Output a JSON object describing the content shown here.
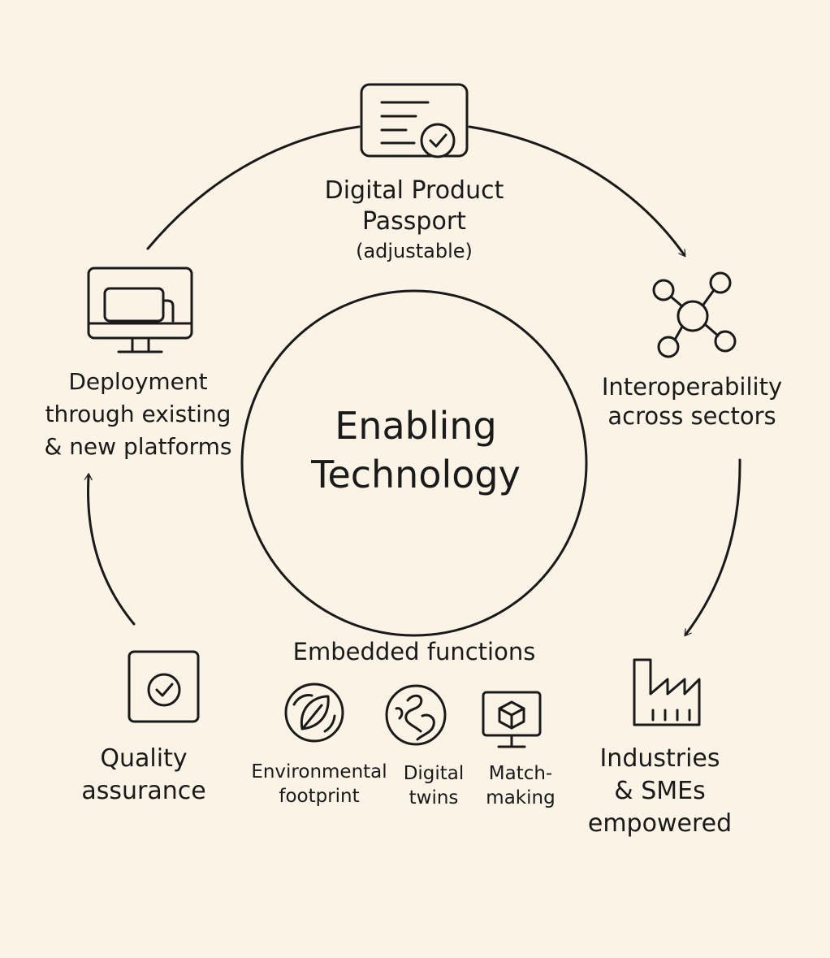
{
  "center": {
    "line1": "Enabling",
    "line2": "Technology"
  },
  "nodes": {
    "passport": {
      "line1": "Digital Product",
      "line2": "Passport",
      "note": "(adjustable)",
      "icon": "certificate-icon"
    },
    "interop": {
      "line1": "Interoperability",
      "line2": "across sectors",
      "icon": "network-icon"
    },
    "industries": {
      "line1": "Industries",
      "line2": "& SMEs",
      "line3": "empowered",
      "icon": "factory-icon"
    },
    "quality": {
      "line1": "Quality",
      "line2": "assurance",
      "icon": "checkbox-icon"
    },
    "deployment": {
      "line1": "Deployment",
      "line2": "through existing",
      "line3": "& new platforms",
      "icon": "monitor-icon"
    }
  },
  "embedded": {
    "title": "Embedded functions",
    "items": [
      {
        "line1": "Environmental",
        "line2": "footprint",
        "icon": "leaf-icon"
      },
      {
        "line1": "Digital",
        "line2": "twins",
        "icon": "globe-icon"
      },
      {
        "line1": "Match-",
        "line2": "making",
        "icon": "cube-monitor-icon"
      }
    ]
  },
  "colors": {
    "background": "#faf3e6",
    "ink": "#1a1a1a"
  }
}
